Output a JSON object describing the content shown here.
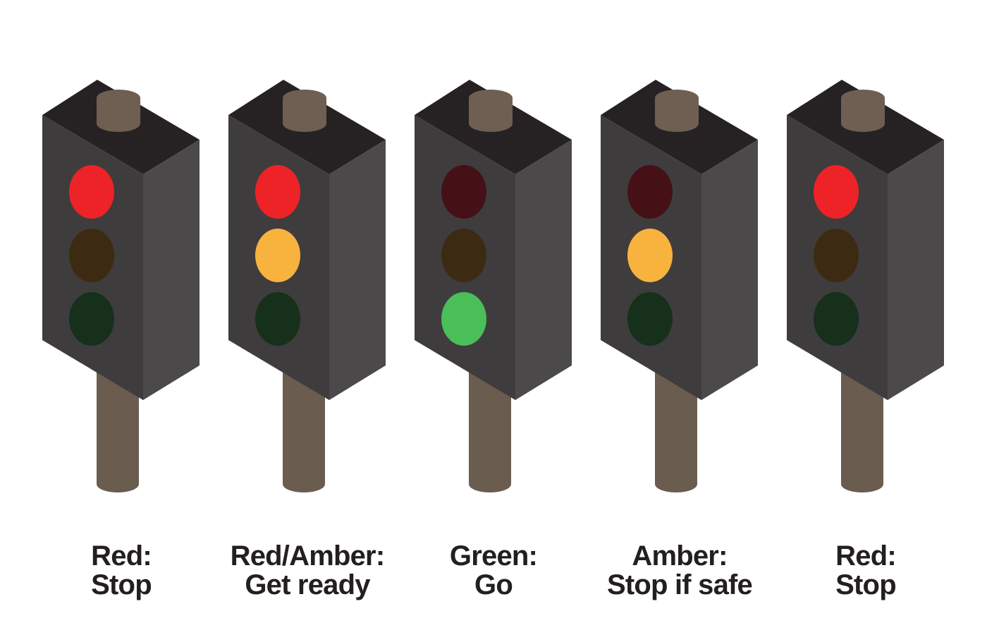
{
  "diagram": {
    "subject": "UK traffic light signal sequence",
    "background": "#FFFFFF"
  },
  "palette": {
    "box_front": "#3F3C3D",
    "box_side": "#4C494A",
    "box_top": "#262223",
    "pole": "#6A5C4F",
    "knob": "#6E5F52",
    "caption_text": "#231F20",
    "red_on": "#ED2327",
    "red_off": "#451117",
    "amber_on": "#F8B23E",
    "amber_off": "#3D2A12",
    "green_on": "#4ABE58",
    "green_off": "#16301B"
  },
  "lights": [
    {
      "name": "red-stop",
      "caption_line1": "Red:",
      "caption_line2": "Stop",
      "lamps": {
        "red": {
          "state": "on",
          "color": "#ED2327"
        },
        "amber": {
          "state": "off",
          "color": "#3D2A12"
        },
        "green": {
          "state": "off",
          "color": "#16301B"
        }
      }
    },
    {
      "name": "red-amber-get-ready",
      "caption_line1": "Red/Amber:",
      "caption_line2": "Get ready",
      "lamps": {
        "red": {
          "state": "on",
          "color": "#ED2327"
        },
        "amber": {
          "state": "on",
          "color": "#F8B23E"
        },
        "green": {
          "state": "off",
          "color": "#16301B"
        }
      }
    },
    {
      "name": "green-go",
      "caption_line1": "Green:",
      "caption_line2": "Go",
      "lamps": {
        "red": {
          "state": "off",
          "color": "#451117"
        },
        "amber": {
          "state": "off",
          "color": "#3D2A12"
        },
        "green": {
          "state": "on",
          "color": "#4ABE58"
        }
      }
    },
    {
      "name": "amber-stop-if-safe",
      "caption_line1": "Amber:",
      "caption_line2": "Stop if safe",
      "lamps": {
        "red": {
          "state": "off",
          "color": "#451117"
        },
        "amber": {
          "state": "on",
          "color": "#F8B23E"
        },
        "green": {
          "state": "off",
          "color": "#16301B"
        }
      }
    },
    {
      "name": "red-stop-2",
      "caption_line1": "Red:",
      "caption_line2": "Stop",
      "lamps": {
        "red": {
          "state": "on",
          "color": "#ED2327"
        },
        "amber": {
          "state": "off",
          "color": "#3D2A12"
        },
        "green": {
          "state": "off",
          "color": "#16301B"
        }
      }
    }
  ]
}
